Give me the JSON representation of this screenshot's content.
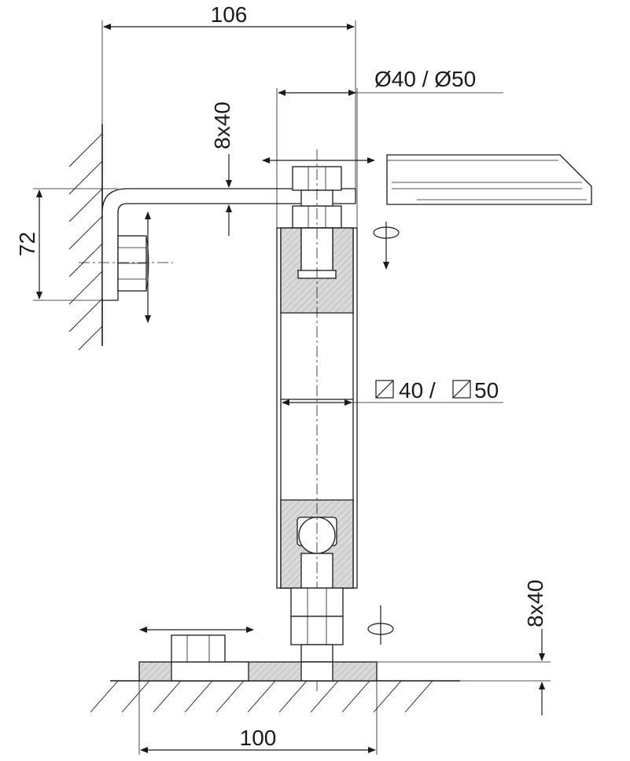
{
  "dimensions": {
    "overall_width": "106",
    "tube_diameter": "Ø40 / Ø50",
    "top_flat_bar": "8x40",
    "wall_height": "72",
    "square_tube_a": "40 /",
    "square_tube_b": "50",
    "base_flat_bar": "8x40",
    "base_width": "100"
  },
  "colors": {
    "line": "#1a1a1a",
    "section_fill": "#d9d9d9",
    "background": "#ffffff"
  }
}
